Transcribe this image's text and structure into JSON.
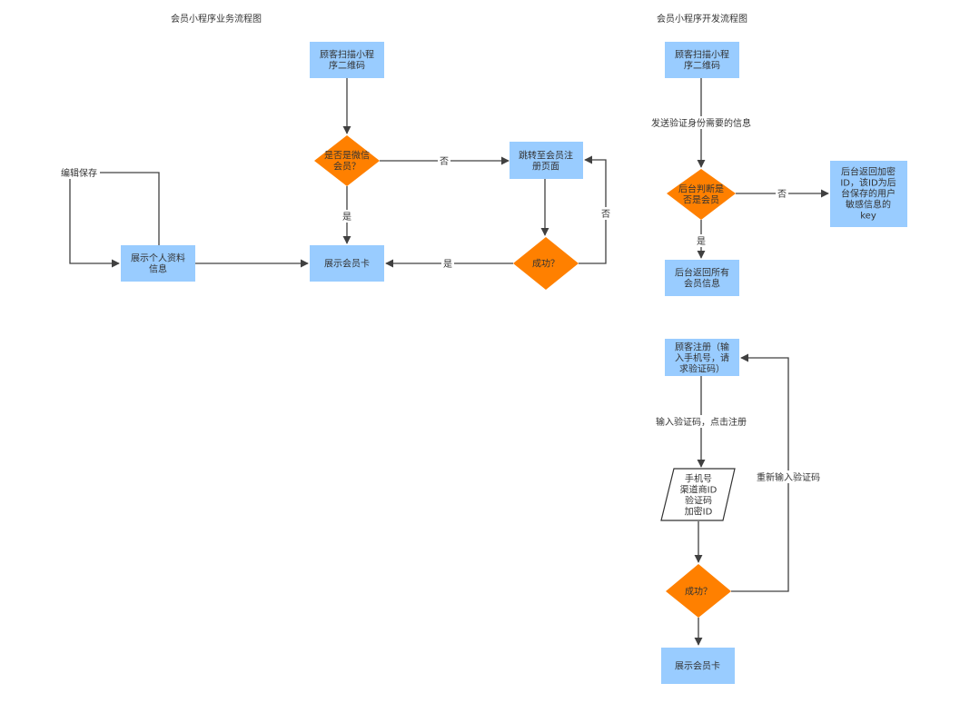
{
  "titles": {
    "business": "会员小程序业务流程图",
    "dev": "会员小程序开发流程图"
  },
  "nodes": {
    "b_scan": [
      "顾客扫描小程",
      "序二维码"
    ],
    "b_is_wechat": [
      "是否是微信",
      "会员？"
    ],
    "b_jump_register": [
      "跳转至会员注",
      "册页面"
    ],
    "b_show_profile": [
      "展示个人资料",
      "信息"
    ],
    "b_show_card": [
      "展示会员卡"
    ],
    "b_success": [
      "成功？"
    ],
    "d_scan": [
      "顾客扫描小程",
      "序二维码"
    ],
    "d_check_member": [
      "后台判断是",
      "否是会员"
    ],
    "d_return_key": [
      "后台返回加密",
      "ID，该ID为后",
      "台保存的用户",
      "敏感信息的",
      "key"
    ],
    "d_return_all": [
      "后台返回所有",
      "会员信息"
    ],
    "d_register": [
      "顾客注册（输",
      "入手机号，请",
      "求验证码）"
    ],
    "d_data": [
      "手机号",
      "渠道商ID",
      "验证码",
      "加密ID"
    ],
    "d_success": [
      "成功？"
    ],
    "d_show_card": [
      "展示会员卡"
    ]
  },
  "edge_labels": {
    "b_no": "否",
    "b_yes_down": "是",
    "b_yes_left": "是",
    "b_no_loop": "否",
    "b_edit_save": "编辑保存",
    "d_send_info": "发送验证身份需要的信息",
    "d_no": "否",
    "d_yes": "是",
    "d_input_code": "输入验证码，点击注册",
    "d_reinput": "重新输入验证码"
  },
  "colors": {
    "process_fill": "#99CCFF",
    "decision_fill": "#FF8000",
    "edge": "#404040"
  }
}
